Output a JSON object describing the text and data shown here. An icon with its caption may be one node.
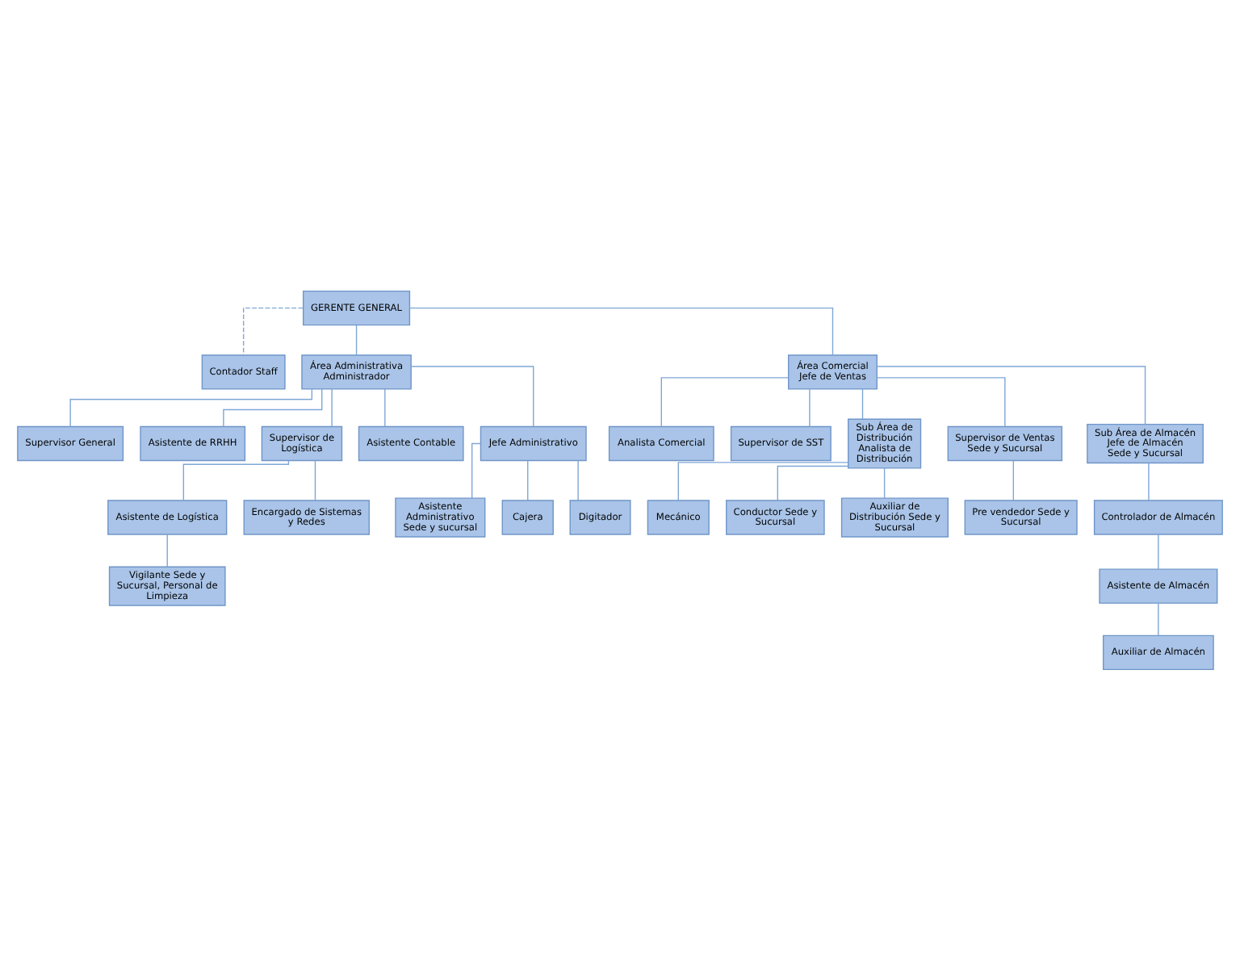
{
  "diagram": {
    "nodes": [
      {
        "text": [
          "GERENTE GENERAL"
        ]
      },
      {
        "text": [
          "Contador Staff"
        ]
      },
      {
        "text": [
          "Área Administrativa",
          "Administrador"
        ]
      },
      {
        "text": [
          "Área Comercial",
          "Jefe de Ventas"
        ]
      },
      {
        "text": [
          "Supervisor General"
        ]
      },
      {
        "text": [
          "Analista Comercial"
        ]
      },
      {
        "text": [
          "Asistente de RRHH"
        ]
      },
      {
        "text": [
          "Supervisor de Logística"
        ]
      },
      {
        "text": [
          "Asistente Contable"
        ]
      },
      {
        "text": [
          "Jefe Administrativo"
        ]
      },
      {
        "text": [
          "Supervisor de SST"
        ]
      },
      {
        "text": [
          "Sub Área de Distribución",
          "Analista de Distribución"
        ]
      },
      {
        "text": [
          "Supervisor de Ventas",
          "Sede y Sucursal"
        ]
      },
      {
        "text": [
          "Sub Área de Almacén",
          "Jefe de Almacén",
          "Sede y Sucursal"
        ]
      },
      {
        "text": [
          "Asistente de Logística"
        ]
      },
      {
        "text": [
          "Encargado de Sistemas y Redes"
        ]
      },
      {
        "text": [
          "Vigilante Sede y Sucursal, Personal de Limpieza"
        ]
      },
      {
        "text": [
          "Asistente Administrativo",
          "Sede y sucursal"
        ]
      },
      {
        "text": [
          "Cajera"
        ]
      },
      {
        "text": [
          "Digitador"
        ]
      },
      {
        "text": [
          "Pre vendedor Sede y Sucursal"
        ]
      },
      {
        "text": [
          "Mecánico"
        ]
      },
      {
        "text": [
          "Conductor Sede y Sucursal"
        ]
      },
      {
        "text": [
          "Auxiliar de Distribución Sede y Sucursal"
        ]
      },
      {
        "text": [
          "Controlador de Almacén"
        ]
      },
      {
        "text": [
          "Asistente de Almacén"
        ]
      },
      {
        "text": [
          "Auxiliar de Almacén"
        ]
      }
    ],
    "edges": [
      {
        "from": 0,
        "to": 1,
        "arrow": "none",
        "style": "dashed"
      },
      {
        "from": 0,
        "to": 2,
        "arrow": "none"
      },
      {
        "from": 0,
        "to": 3,
        "arrow": "none"
      },
      {
        "from": 2,
        "to": 4,
        "arrow": "none"
      },
      {
        "from": 3,
        "to": 5,
        "arrow": "none"
      },
      {
        "from": 2,
        "to": 6,
        "arrow": "none"
      },
      {
        "from": 2,
        "to": 7,
        "arrow": "none"
      },
      {
        "from": 2,
        "to": 8,
        "arrow": "none"
      },
      {
        "from": 2,
        "to": 9,
        "arrow": "none"
      },
      {
        "from": 3,
        "to": 10,
        "arrow": "none"
      },
      {
        "from": 3,
        "to": 11,
        "arrow": "none"
      },
      {
        "from": 3,
        "to": 12,
        "arrow": "none"
      },
      {
        "from": 3,
        "to": 13,
        "arrow": "none"
      },
      {
        "from": 7,
        "to": 14,
        "arrow": "none"
      },
      {
        "from": 7,
        "to": 15,
        "arrow": "none"
      },
      {
        "from": 14,
        "to": 16,
        "arrow": "none"
      },
      {
        "from": 9,
        "to": 17,
        "arrow": "none"
      },
      {
        "from": 9,
        "to": 18,
        "arrow": "none"
      },
      {
        "from": 9,
        "to": 19,
        "arrow": "none"
      },
      {
        "from": 12,
        "to": 20,
        "arrow": "none"
      },
      {
        "from": 11,
        "to": 21,
        "arrow": "none"
      },
      {
        "from": 11,
        "to": 22,
        "arrow": "none"
      },
      {
        "from": 11,
        "to": 23,
        "arrow": "none"
      },
      {
        "from": 13,
        "to": 24,
        "arrow": "none"
      },
      {
        "from": 24,
        "to": 25,
        "arrow": "none"
      },
      {
        "from": 25,
        "to": 26,
        "arrow": "none"
      }
    ]
  }
}
